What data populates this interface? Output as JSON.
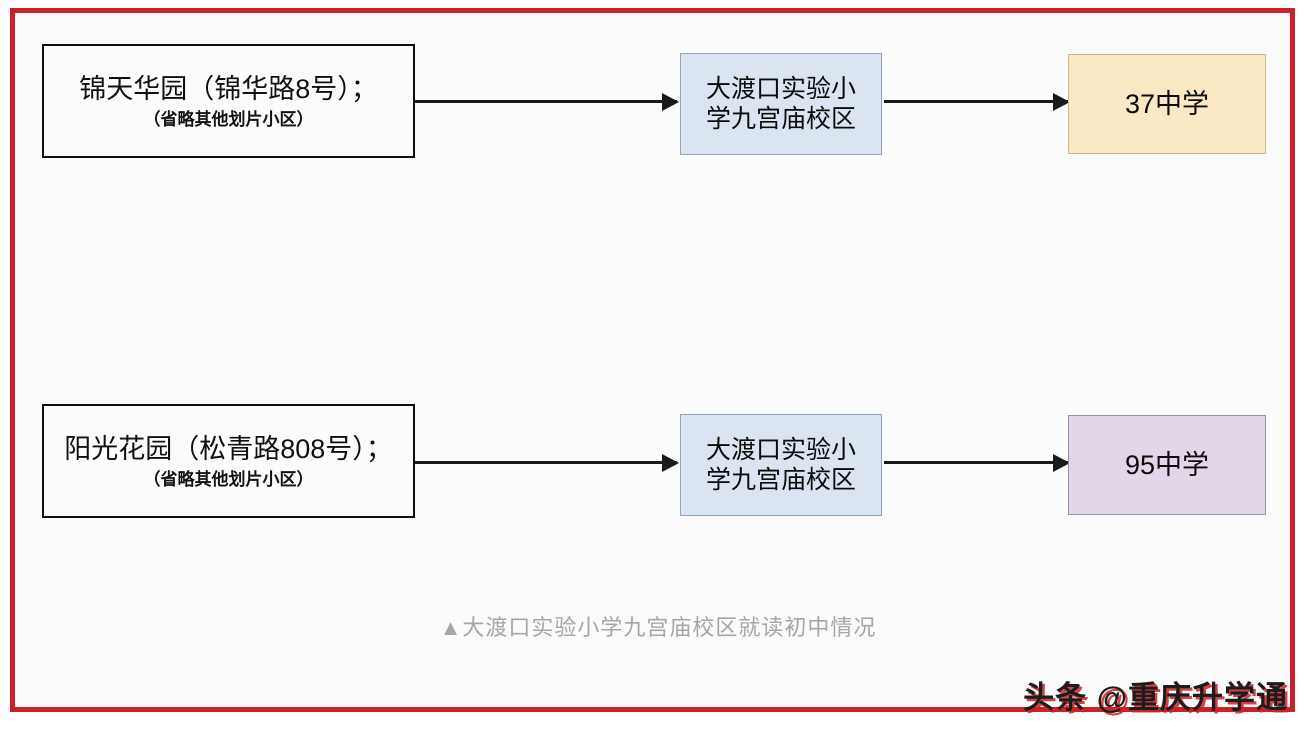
{
  "frame": {
    "border_color": "#cc2128",
    "background": "#fbfbfb"
  },
  "caption": {
    "marker": "▲",
    "text": "▲大渡口实验小学九宫庙校区就读初中情况",
    "color": "#a6a6a6"
  },
  "watermark": {
    "text": "头条 @重庆升学通",
    "accent_color": "#cc2128"
  },
  "chart_data": {
    "type": "diagram",
    "title": "▲大渡口实验小学九宫庙校区就读初中情况",
    "flow_direction": "left-to-right",
    "rows": [
      {
        "id": "row-1",
        "community": {
          "main": "锦天华园（锦华路8号）；",
          "sub": "（省略其他划片小区）",
          "fill": "#fcfcfc",
          "border": "#0d0d0d"
        },
        "school": {
          "label": "大渡口实验小学九宫庙校区",
          "line1": "大渡口实验小",
          "line2": "学九宫庙校区",
          "fill": "#dbe5f1",
          "border": "#8fa3bb"
        },
        "middle": {
          "label": "37中学",
          "fill": "#fbe8c5",
          "border": "#cbb98e"
        }
      },
      {
        "id": "row-2",
        "community": {
          "main": "阳光花园（松青路808号）；",
          "sub": "（省略其他划片小区）",
          "fill": "#fcfcfc",
          "border": "#0d0d0d"
        },
        "school": {
          "label": "大渡口实验小学九宫庙校区",
          "line1": "大渡口实验小",
          "line2": "学九宫庙校区",
          "fill": "#dbe5f1",
          "border": "#8fa3bb"
        },
        "middle": {
          "label": "95中学",
          "fill": "#e3d6e8",
          "border": "#9a93a3"
        }
      }
    ]
  }
}
